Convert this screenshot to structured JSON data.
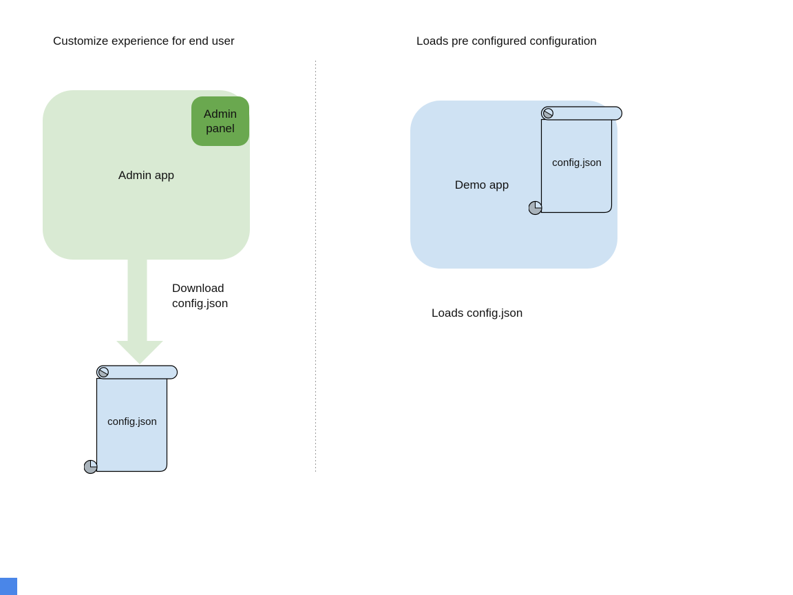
{
  "colors": {
    "light_green": "#d9ead3",
    "green": "#6aa84f",
    "light_blue": "#cfe2f3",
    "curl_gray": "#a9b3bb",
    "outline": "#000000",
    "divider_gray": "#999999",
    "corner_blue": "#4a86e8",
    "text": "#121212"
  },
  "left_section": {
    "title": "Customize experience for end user",
    "admin_app_label": "Admin app",
    "admin_panel_label": "Admin\npanel",
    "arrow_caption": "Download\nconfig.json",
    "config_file_label": "config.json"
  },
  "right_section": {
    "title": "Loads pre configured configuration",
    "demo_app_label": "Demo app",
    "config_file_label": "config.json",
    "caption": "Loads config.json"
  }
}
